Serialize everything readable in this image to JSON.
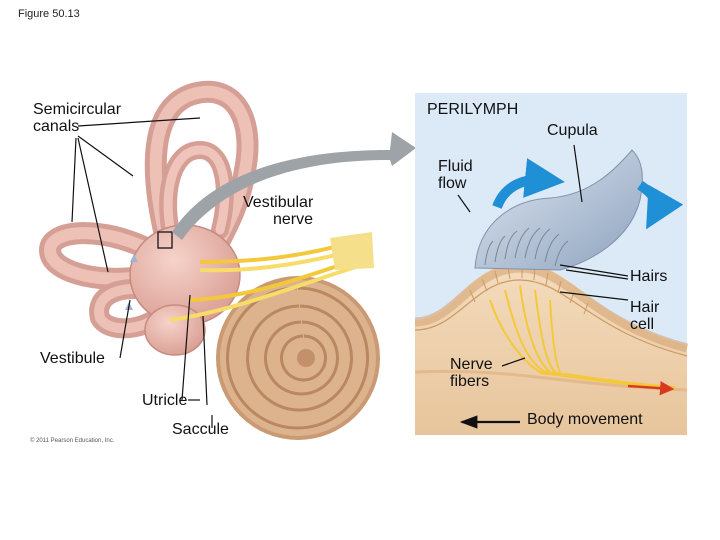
{
  "figure_label": "Figure 50.13",
  "labels": {
    "semicircular_canals": "Semicircular canals",
    "perilymph": "PERILYMPH",
    "cupula": "Cupula",
    "fluid_flow": "Fluid flow",
    "vestibular_nerve": "Vestibular nerve",
    "hairs": "Hairs",
    "hair_cell": "Hair cell",
    "vestibule": "Vestibule",
    "nerve_fibers": "Nerve fibers",
    "utricle": "Utricle",
    "saccule": "Saccule",
    "body_movement": "Body movement"
  },
  "credit": "© 2011 Pearson Education, Inc.",
  "colors": {
    "perilymph_bg": "#dce9f6",
    "cupula": "#aebed4",
    "tissue": "#efd2ae",
    "labyrinth": "#e8b7ad",
    "cochlea": "#c99a73",
    "nerve": "#f3c93b",
    "flow_arrow": "#1f8fd6",
    "callout_arrow": "#9ea3a8",
    "movement_arrow": "#d93a1c"
  }
}
